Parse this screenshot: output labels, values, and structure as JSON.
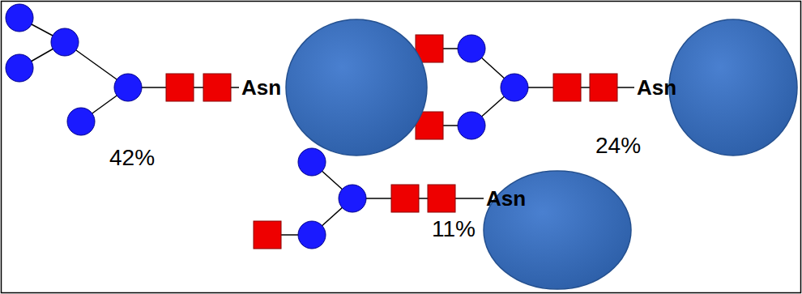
{
  "diagram": {
    "nodes": [
      {
        "text": [
          "Asn"
        ]
      },
      {
        "text": [
          "Asn"
        ]
      },
      {
        "text": [
          "Asn"
        ]
      }
    ],
    "labels": [
      "42%",
      "24%",
      "11%"
    ]
  }
}
